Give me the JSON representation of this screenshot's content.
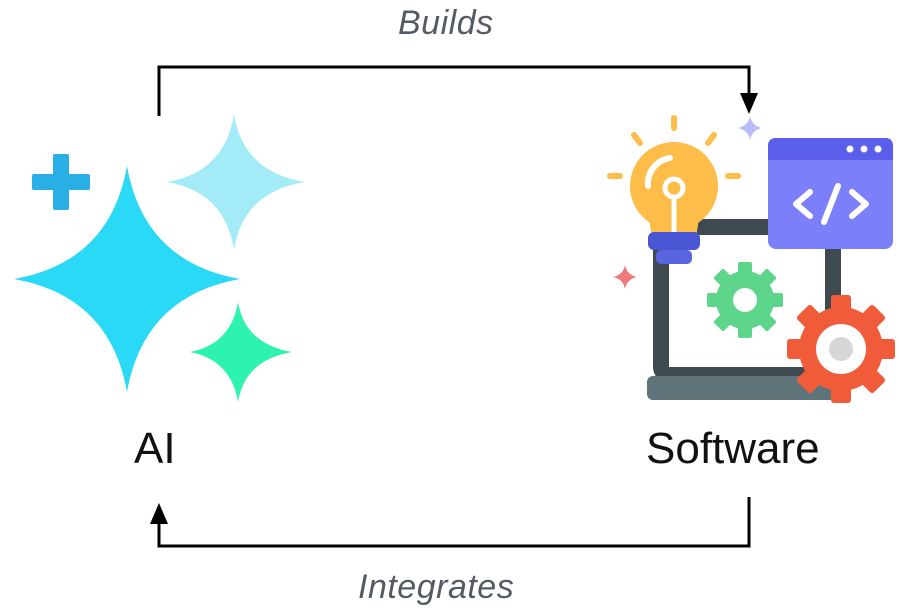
{
  "edges": {
    "top_label": "Builds",
    "bottom_label": "Integrates"
  },
  "nodes": {
    "left": {
      "label": "AI",
      "icon": "sparkles-icon"
    },
    "right": {
      "label": "Software",
      "icon": "software-development-icon"
    }
  },
  "colors": {
    "sparkle_large": "#2ad9f5",
    "sparkle_light": "#a3ecf7",
    "sparkle_blue": "#2aaee6",
    "sparkle_green": "#2df2b0",
    "bulb": "#fdbd48",
    "bulb_base": "#4a55d4",
    "code_window": "#7b7ffa",
    "code_window_bar": "#5a5eea",
    "laptop_frame": "#3e4a50",
    "laptop_base": "#5f7478",
    "gear_green": "#5dd58b",
    "gear_red": "#f05c3a",
    "arrow": "#000000"
  }
}
